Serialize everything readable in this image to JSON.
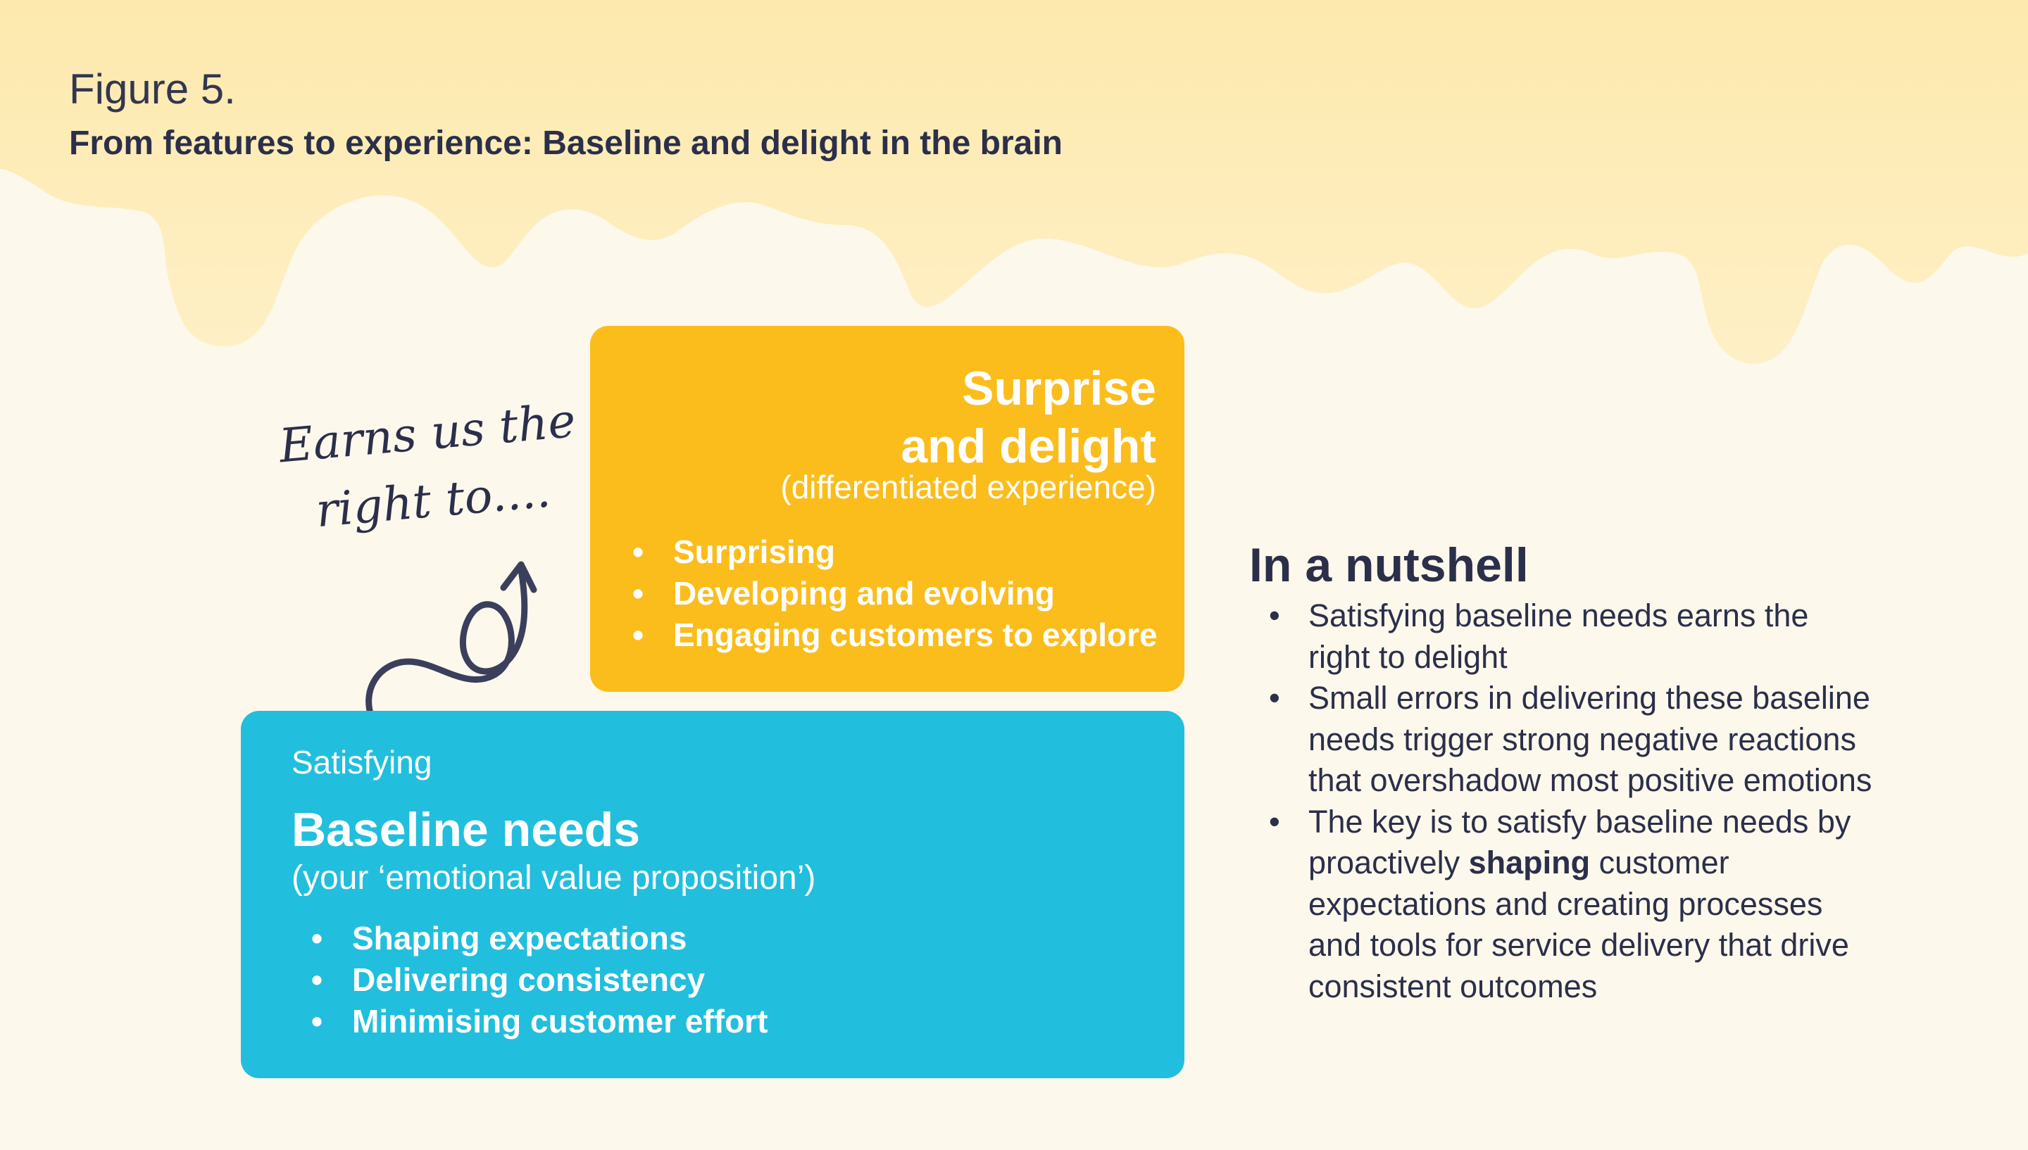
{
  "figure": {
    "label": "Figure 5.",
    "title": "From features to experience: Baseline and delight in the brain"
  },
  "delight": {
    "title_line1": "Surprise",
    "title_line2": "and delight",
    "subtitle": "(differentiated experience)",
    "items": [
      "Surprising",
      "Developing and evolving",
      "Engaging customers to explore"
    ],
    "color": "#fbbd1c"
  },
  "baseline": {
    "pre": "Satisfying",
    "title": "Baseline needs",
    "subtitle": "(your ‘emotional value proposition’)",
    "items": [
      "Shaping expectations",
      "Delivering consistency",
      "Minimising customer effort"
    ],
    "color": "#22bedd"
  },
  "note": {
    "line1": "Earns us the",
    "line2": "right to...."
  },
  "nutshell": {
    "title": "In a nutshell",
    "items": [
      {
        "text": "Satisfying baseline needs earns the right to delight"
      },
      {
        "text": "Small errors in delivering these baseline needs trigger strong negative reactions that overshadow most positive emotions"
      },
      {
        "pre": "The key is to satisfy baseline needs by proactively ",
        "bold": "shaping",
        "post": " customer expectations and creating processes and tools for service delivery that drive consistent outcomes"
      }
    ]
  }
}
